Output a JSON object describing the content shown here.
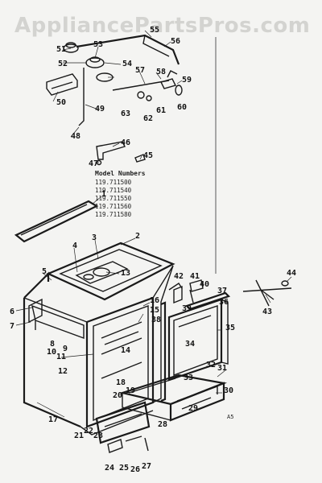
{
  "watermark": "AppliancePartsPros.com",
  "model_header": "Model Numbers",
  "model_numbers": [
    "119.711500",
    "119.711540",
    "119.711550",
    "119.711560",
    "119.711580"
  ],
  "corner_code": "A5",
  "parts": [
    "1",
    "2",
    "3",
    "4",
    "5",
    "6",
    "7",
    "8",
    "9",
    "10",
    "11",
    "12",
    "13",
    "14",
    "15",
    "16",
    "17",
    "18",
    "19",
    "20",
    "21",
    "22",
    "23",
    "24",
    "25",
    "26",
    "27",
    "28",
    "29",
    "30",
    "31",
    "32",
    "33",
    "34",
    "35",
    "36",
    "37",
    "38",
    "39",
    "40",
    "41",
    "42",
    "43",
    "44",
    "45",
    "46",
    "47",
    "48",
    "49",
    "50",
    "51",
    "52",
    "53",
    "54",
    "55",
    "56",
    "57",
    "58",
    "59",
    "60",
    "61",
    "62",
    "63"
  ]
}
